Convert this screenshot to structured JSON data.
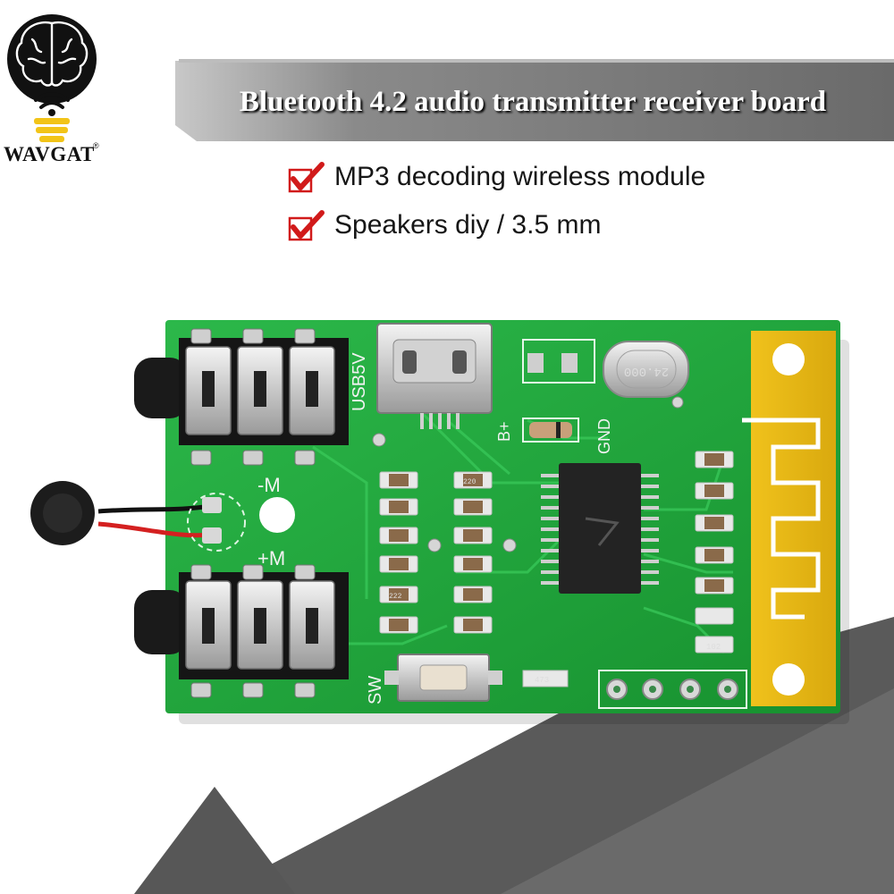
{
  "brand": {
    "name": "WAVGAT",
    "registered_mark": "®"
  },
  "banner": {
    "title": "Bluetooth 4.2 audio transmitter receiver board"
  },
  "features": [
    {
      "text": "MP3 decoding wireless module"
    },
    {
      "text": "Speakers diy / 3.5 mm"
    }
  ],
  "board_labels": {
    "usb": "USB5V",
    "gnd": "GND",
    "bplus": "B+",
    "mic_minus": "-M",
    "mic_plus": "+M",
    "switch": "SW",
    "crystal": "24.000",
    "res_220": "220",
    "res_102": "102",
    "res_473": "473",
    "res_222": "222"
  },
  "colors": {
    "pcb_green": "#1fa33a",
    "antenna_gold": "#e8b818",
    "banner_grey": "#707070",
    "check_red": "#d11a1a",
    "logo_gold": "#f2c418"
  }
}
